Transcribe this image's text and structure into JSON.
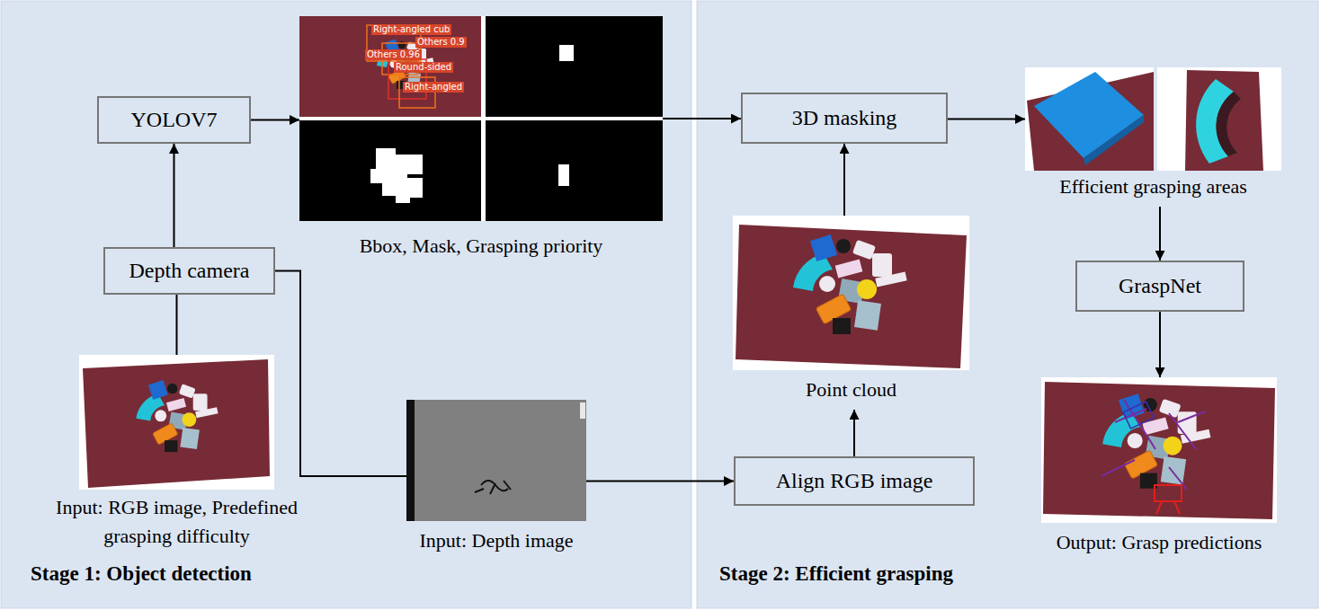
{
  "diagram": {
    "nodes": [
      {
        "text": [
          "YOLOV7"
        ]
      },
      {
        "text": [
          "Bbox, Mask, Grasping priority"
        ]
      },
      {
        "text": [
          "3D masking"
        ]
      },
      {
        "text": [
          "Efficient grasping areas"
        ]
      },
      {
        "text": [
          "Depth camera"
        ]
      },
      {
        "text": [
          "Point cloud"
        ]
      },
      {
        "text": [
          "GraspNet"
        ]
      },
      {
        "text": [
          "Input: RGB image, Predefined grasping difficulty"
        ]
      },
      {
        "text": [
          "Input: Depth image"
        ]
      },
      {
        "text": [
          "Align RGB image"
        ]
      },
      {
        "text": [
          "Output: Grasp predictions"
        ]
      }
    ],
    "edges": [
      {
        "from": 4,
        "to": 0,
        "arrow": "to"
      },
      {
        "from": 0,
        "to": 1,
        "arrow": "to"
      },
      {
        "from": 1,
        "to": 2,
        "arrow": "to"
      },
      {
        "from": 2,
        "to": 3,
        "arrow": "to"
      },
      {
        "from": 3,
        "to": 6,
        "arrow": "to"
      },
      {
        "from": 6,
        "to": 10,
        "arrow": "to"
      },
      {
        "from": 7,
        "to": 4,
        "arrow": "none"
      },
      {
        "from": 4,
        "to": 8,
        "arrow": "none"
      },
      {
        "from": 8,
        "to": 9,
        "arrow": "to"
      },
      {
        "from": 9,
        "to": 5,
        "arrow": "to"
      },
      {
        "from": 5,
        "to": 2,
        "arrow": "to"
      }
    ],
    "labels": [
      "Right-angled cub",
      "Others 0.9",
      "Others 0.96",
      "Round-sided",
      "Right-angled",
      "Stage 1: Object detection",
      "Stage 2: Efficient grasping"
    ]
  }
}
